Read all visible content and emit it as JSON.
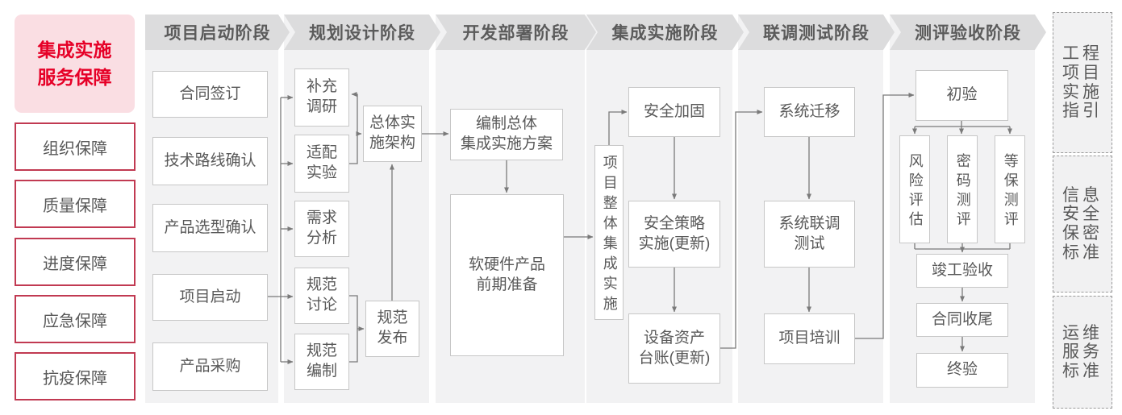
{
  "left_sidebar": {
    "title": "集成实施\n服务保障",
    "items": [
      "组织保障",
      "质量保障",
      "进度保障",
      "应急保障",
      "抗疫保障"
    ]
  },
  "phases": [
    {
      "label": "项目启动阶段",
      "boxes": [
        "合同签订",
        "技术路线确认",
        "产品选型确认",
        "项目启动",
        "产品采购"
      ]
    },
    {
      "label": "规划设计阶段",
      "boxes": [
        "补充\n调研",
        "适配\n实验",
        "需求\n分析",
        "规范\n讨论",
        "规范\n编制",
        "总体实\n施架构",
        "规范\n发布"
      ]
    },
    {
      "label": "开发部署阶段",
      "boxes": [
        "编制总体\n集成实施方案",
        "软硬件产品\n前期准备"
      ]
    },
    {
      "label": "集成实施阶段",
      "boxes": [
        "项目整体集成实施",
        "安全加固",
        "安全策略\n实施(更新)",
        "设备资产\n台账(更新)"
      ]
    },
    {
      "label": "联调测试阶段",
      "boxes": [
        "系统迁移",
        "系统联调\n测试",
        "项目培训"
      ]
    },
    {
      "label": "测评验收阶段",
      "boxes": [
        "初验",
        "风险评估",
        "密码测评",
        "等保测评",
        "竣工验收",
        "合同收尾",
        "终验"
      ]
    }
  ],
  "right_sidebar": {
    "items": [
      "工程\n项目\n实施\n指引",
      "信息\n安全\n保密\n标准",
      "运维\n服务\n标准"
    ]
  },
  "colors": {
    "accent_red": "#e60027",
    "pink_panel": "#fadee3",
    "red_border": "#c13a52",
    "text_gray": "#595959",
    "header_gray": "#dcdcdd",
    "strip_gray": "#f2f2f3",
    "line_gray": "#7a7a7a",
    "box_border": "#c7c7c7"
  }
}
